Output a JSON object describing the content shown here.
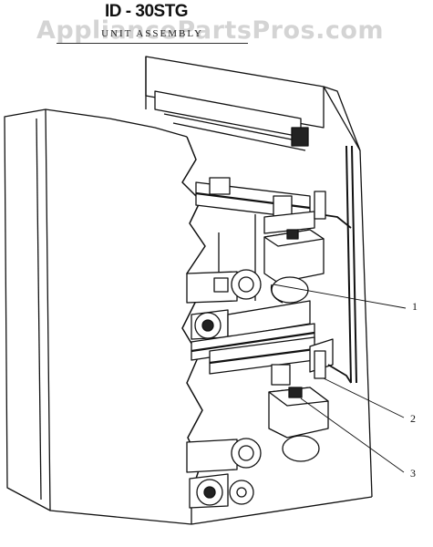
{
  "header": {
    "model": "ID - 30STG",
    "subtitle": "UNIT ASSEMBLY",
    "watermark": "AppliancePartsPros.com"
  },
  "callouts": [
    {
      "label": "1"
    },
    {
      "label": "2"
    },
    {
      "label": "3"
    }
  ],
  "colors": {
    "line": "#111111",
    "background": "#ffffff",
    "watermark": "#a0a0a0"
  }
}
